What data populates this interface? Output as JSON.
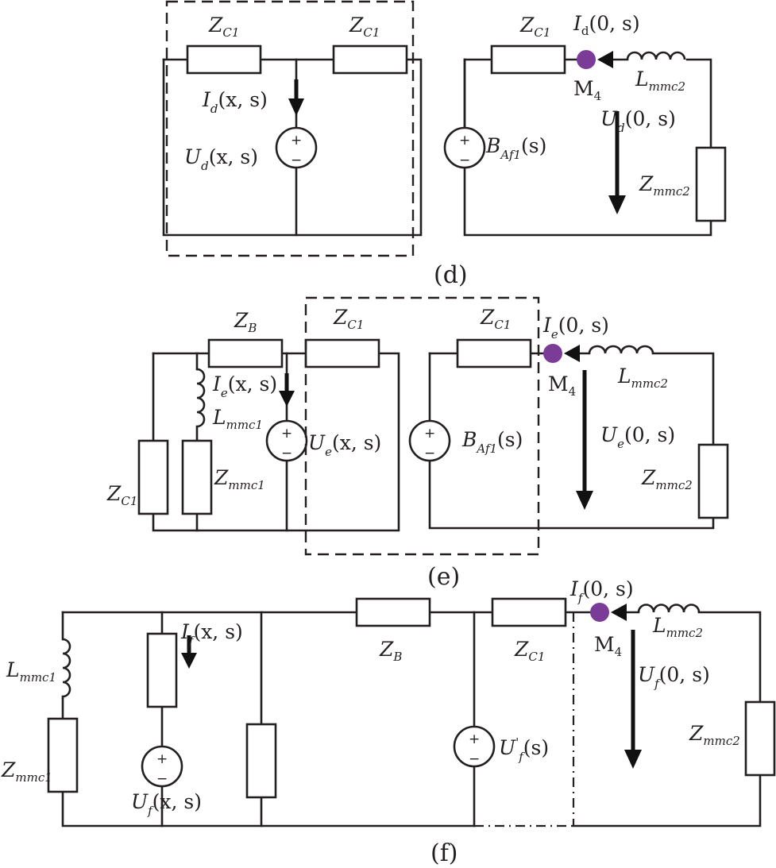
{
  "labels": {
    "Z": "Z",
    "C1": "C1",
    "B": "B",
    "mmc1": "mmc1",
    "mmc2": "mmc2",
    "L": "L",
    "M": "M",
    "four": "4",
    "I": "I",
    "U": "U",
    "d": "d",
    "e": "e",
    "f": "f",
    "Af1": "Af1",
    "B_src": "B",
    "xs": "(x, s)",
    "zs": "(0, s)",
    "s": "(s)",
    "prime": "'"
  },
  "captions": {
    "d": "(d)",
    "e": "(e)",
    "f": "(f)"
  },
  "symbols": {
    "plus": "+",
    "minus": "−"
  },
  "colors": {
    "node": "#7b3c97"
  }
}
